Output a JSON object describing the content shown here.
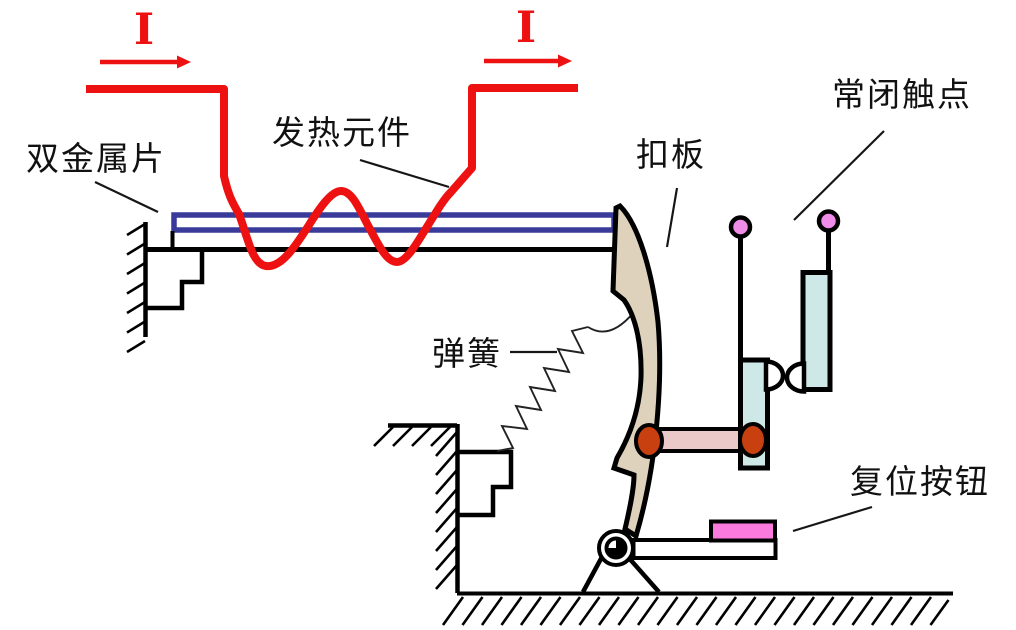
{
  "annotations": {
    "current_left": "I",
    "current_right": "I",
    "bimetal_strip": "双金属片",
    "heating_element": "发热元件",
    "latch_plate": "扣板",
    "normally_closed_contact": "常闭触点",
    "spring": "弹簧",
    "reset_button": "复位按钮"
  },
  "colors": {
    "wire_red": "#ee1111",
    "strip_blue": "#3a3a9a",
    "latch_beige": "#ded2bc",
    "lever_pink": "#ecc9c9",
    "contact_roller_red": "#c8400f",
    "terminal_pink": "#ee8ce8",
    "blade_cyan": "#cde8e6",
    "reset_cap_magenta": "#fb7ade",
    "outline_black": "#000000",
    "label_black": "#111111"
  }
}
